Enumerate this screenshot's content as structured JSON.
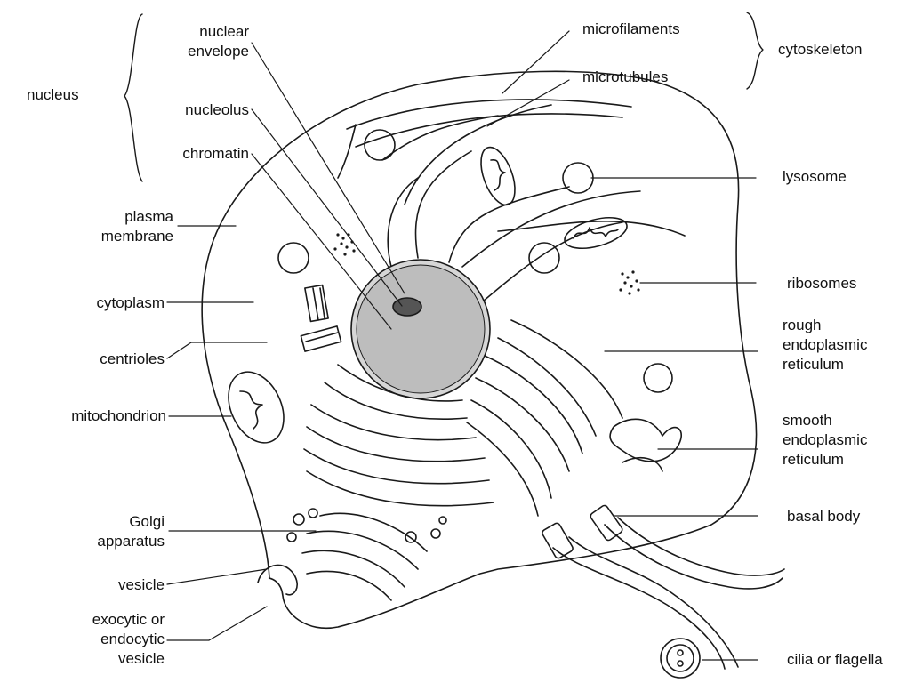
{
  "labels": {
    "nucleus": "nucleus",
    "nuclear_envelope": [
      "nuclear",
      "envelope"
    ],
    "nucleolus": "nucleolus",
    "chromatin": "chromatin",
    "plasma_membrane": [
      "plasma",
      "membrane"
    ],
    "cytoplasm": "cytoplasm",
    "centrioles": "centrioles",
    "mitochondrion": "mitochondrion",
    "golgi_apparatus": [
      "Golgi",
      "apparatus"
    ],
    "vesicle": "vesicle",
    "exo_endo_vesicle": [
      "exocytic or",
      "endocytic",
      "vesicle"
    ],
    "microfilaments": "microfilaments",
    "microtubules": "microtubules",
    "cytoskeleton": "cytoskeleton",
    "lysosome": "lysosome",
    "ribosomes": "ribosomes",
    "rough_er": [
      "rough",
      "endoplasmic",
      "reticulum"
    ],
    "smooth_er": [
      "smooth",
      "endoplasmic",
      "reticulum"
    ],
    "basal_body": "basal body",
    "cilia_flagella": "cilia or flagella"
  }
}
